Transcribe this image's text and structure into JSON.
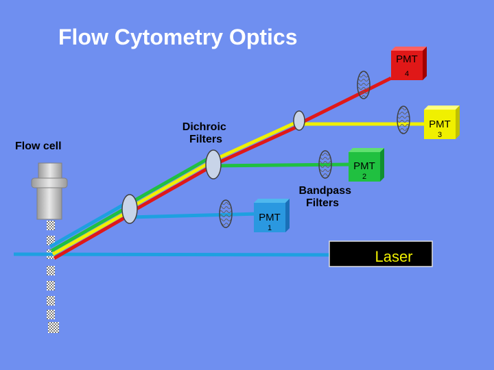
{
  "title": "Flow Cytometry Optics",
  "labels": {
    "flow_cell": "Flow cell",
    "dichroic_filters": [
      "Dichroic",
      "Filters"
    ],
    "bandpass_filters": [
      "Bandpass",
      "Filters"
    ],
    "laser": "Laser"
  },
  "detectors": [
    {
      "label": "PMT",
      "number": "1"
    },
    {
      "label": "PMT",
      "number": "2"
    },
    {
      "label": "PMT",
      "number": "3"
    },
    {
      "label": "PMT",
      "number": "4"
    }
  ],
  "colors": {
    "background": "#6f8ff0",
    "red_beam": "#e01818",
    "yellow_beam": "#f0f000",
    "green_beam": "#20c040",
    "blue_beam": "#1ea0e0",
    "laser_box": "#000000",
    "laser_text": "#f0f000"
  }
}
